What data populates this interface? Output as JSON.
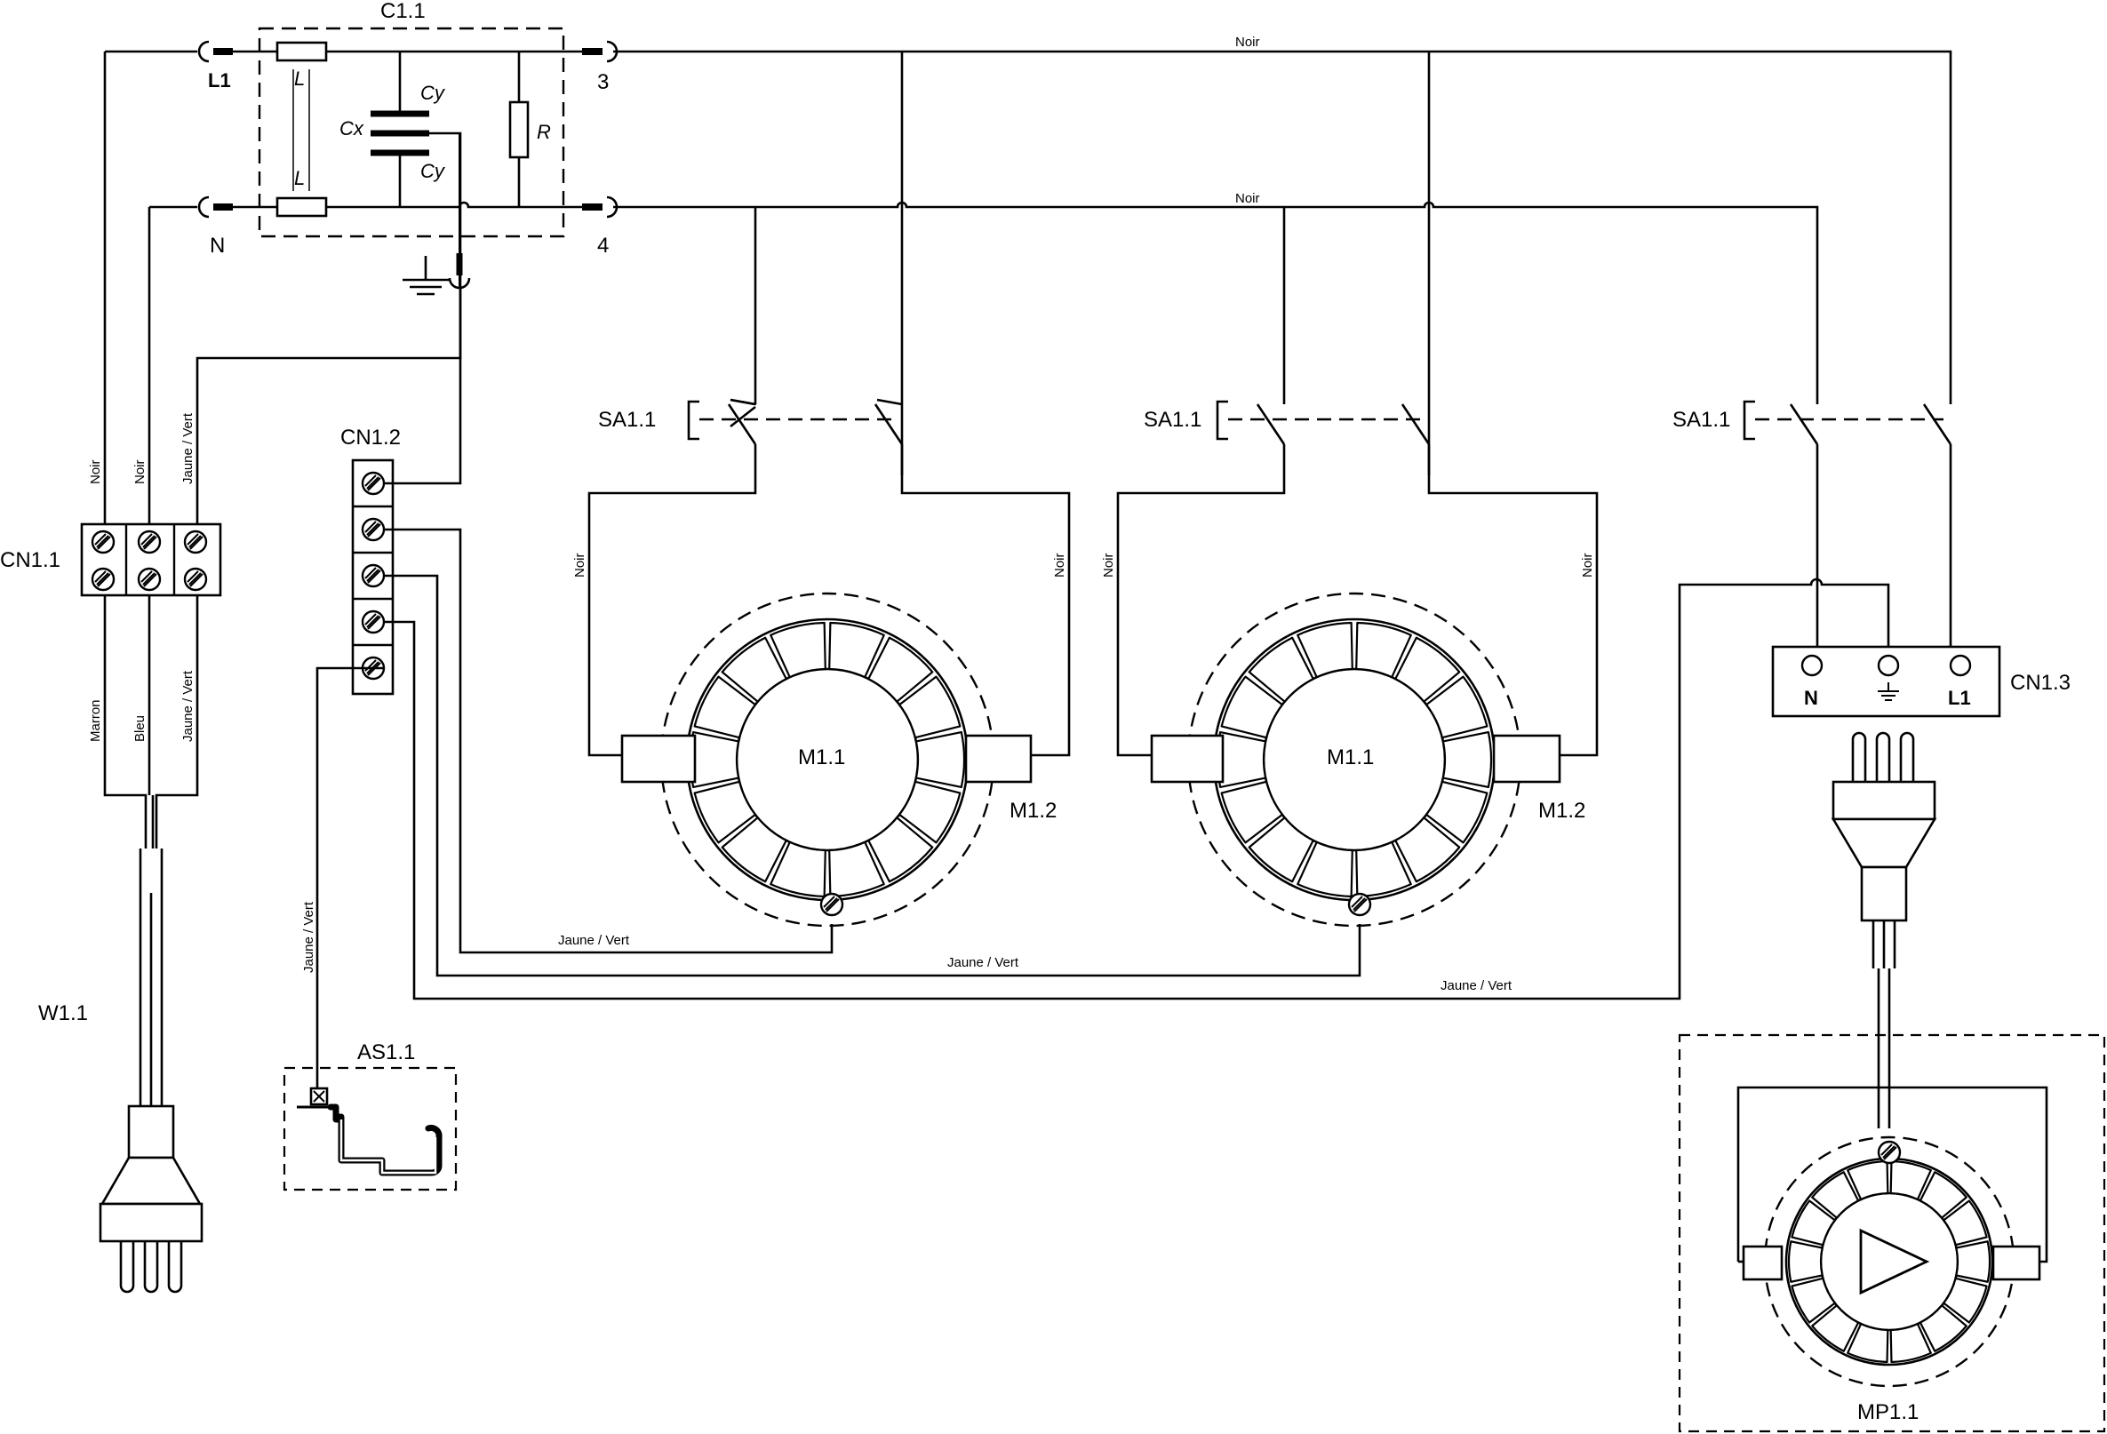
{
  "labels": {
    "c1_1": "C1.1",
    "l1": "L1",
    "n": "N",
    "out3": "3",
    "out4": "4",
    "inductor": "L",
    "cx": "Cx",
    "cy": "Cy",
    "r": "R",
    "cn1_1": "CN1.1",
    "cn1_2": "CN1.2",
    "cn1_3": "CN1.3",
    "w1_1": "W1.1",
    "as1_1": "AS1.1",
    "sa1_1": "SA1.1",
    "m1_1": "M1.1",
    "m1_2": "M1.2",
    "mp1_1": "MP1.1",
    "socket_n": "N",
    "socket_l1": "L1"
  },
  "wires": {
    "noir": "Noir",
    "marron": "Marron",
    "bleu": "Bleu",
    "jaune_vert": "Jaune / Vert"
  }
}
